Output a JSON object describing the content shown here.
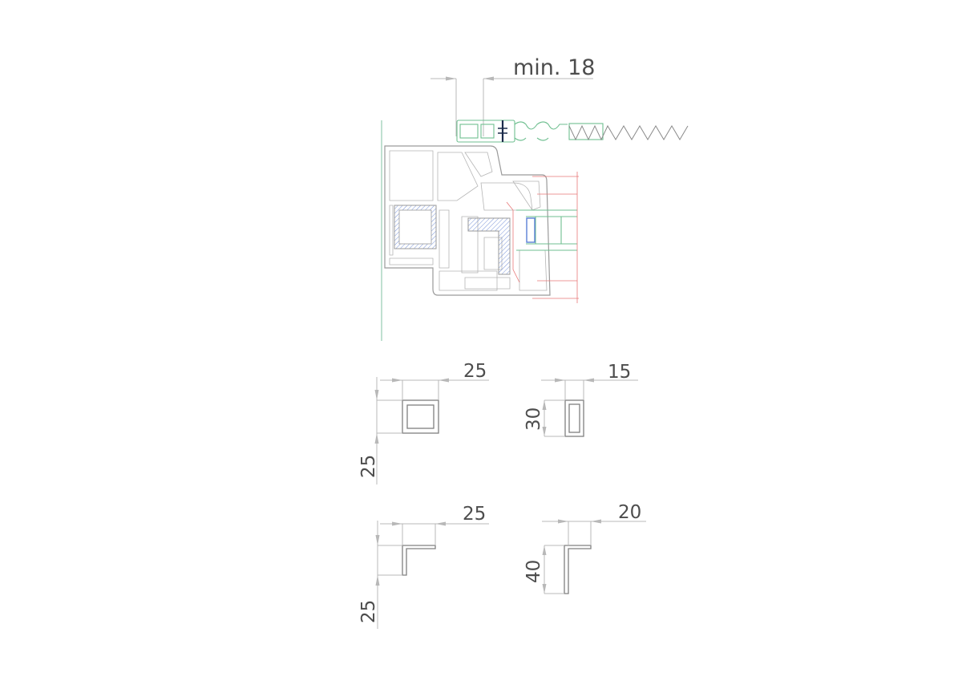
{
  "dimensions": {
    "gap_label": "min. 18",
    "square_width": "25",
    "square_height": "25",
    "rect_width": "15",
    "rect_height": "30",
    "angle1_width": "25",
    "angle1_height": "25",
    "angle2_width": "20",
    "angle2_height": "40"
  }
}
